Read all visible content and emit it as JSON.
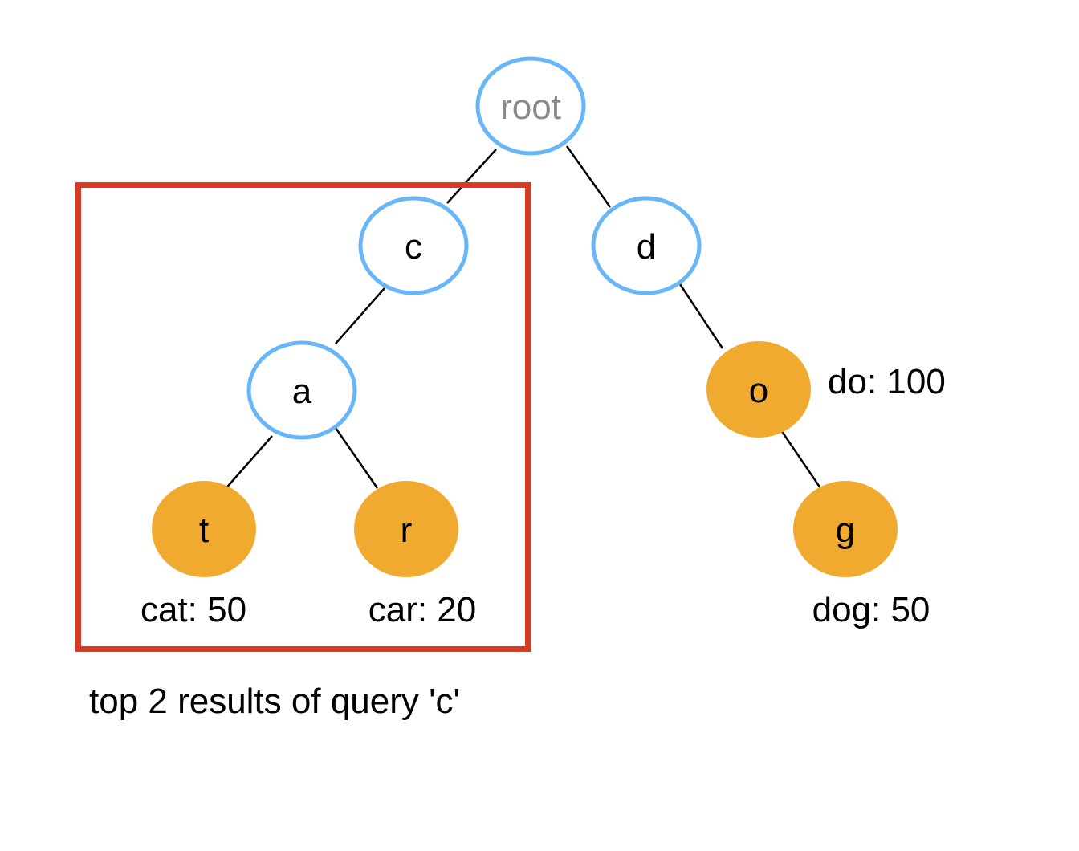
{
  "colors": {
    "inner_node_stroke": "#66b6f8",
    "inner_node_fill": "#ffffff",
    "word_node_fill": "#f0aa2f",
    "root_text": "#8a8a8a",
    "highlight_box": "#d83a22",
    "edge": "#000000"
  },
  "nodes": {
    "root": "root",
    "c": "c",
    "d": "d",
    "a": "a",
    "o": "o",
    "t": "t",
    "r": "r",
    "g": "g"
  },
  "words": {
    "do": "do: 100",
    "cat": "cat: 50",
    "car": "car: 20",
    "dog": "dog: 50"
  },
  "caption": "top 2 results of query 'c'"
}
